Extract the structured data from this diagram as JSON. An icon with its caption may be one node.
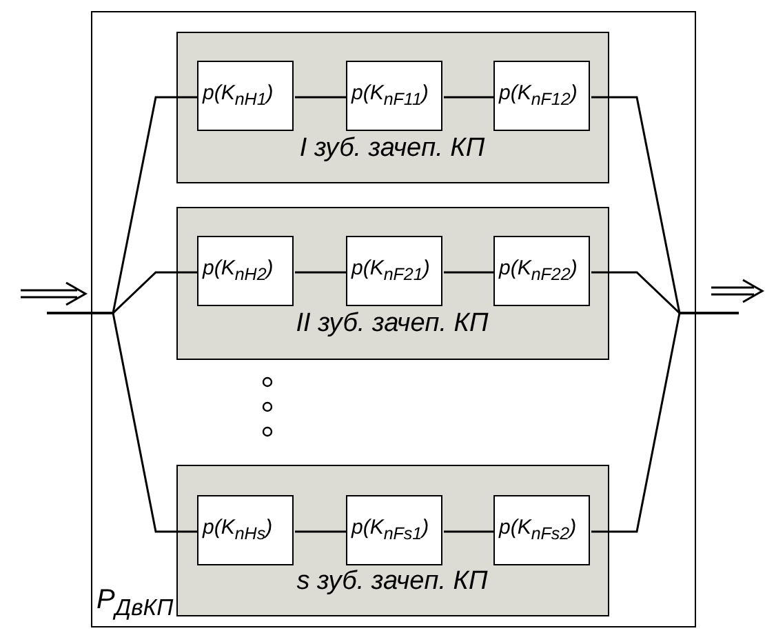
{
  "diagram": {
    "nodes": [
      {
        "text": [
          "P$_{ДвКП}$"
        ]
      },
      {
        "text": [
          "I зуб. зачеп. КП"
        ],
        "in": 0
      },
      {
        "text": [
          "p(K$_{nH1}$)"
        ],
        "in": 1
      },
      {
        "text": [
          "p(K$_{nF11}$)"
        ],
        "in": 1
      },
      {
        "text": [
          "p(K$_{nF12}$)"
        ],
        "in": 1
      },
      {
        "text": [
          "II зуб. зачеп. КП"
        ],
        "in": 0
      },
      {
        "text": [
          "p(K$_{nH2}$)"
        ],
        "in": 5
      },
      {
        "text": [
          "p(K$_{nF21}$)"
        ],
        "in": 5
      },
      {
        "text": [
          "p(K$_{nF22}$)"
        ],
        "in": 5
      },
      {
        "text": [
          "s зуб. зачеп. КП"
        ],
        "in": 0
      },
      {
        "text": [
          "p(K$_{nHs}$)"
        ],
        "in": 9
      },
      {
        "text": [
          "p(K$_{nFs1}$)"
        ],
        "in": 9
      },
      {
        "text": [
          "p(K$_{nFs2}$)"
        ],
        "in": 9
      }
    ],
    "edges": [
      {
        "from": null,
        "to": 2,
        "arrow": "none"
      },
      {
        "from": 2,
        "to": 3,
        "arrow": "none"
      },
      {
        "from": 3,
        "to": 4,
        "arrow": "none"
      },
      {
        "from": 4,
        "to": null,
        "arrow": "none"
      },
      {
        "from": null,
        "to": 6,
        "arrow": "none"
      },
      {
        "from": 6,
        "to": 7,
        "arrow": "none"
      },
      {
        "from": 7,
        "to": 8,
        "arrow": "none"
      },
      {
        "from": 8,
        "to": null,
        "arrow": "none"
      },
      {
        "from": null,
        "to": 10,
        "arrow": "none"
      },
      {
        "from": 10,
        "to": 11,
        "arrow": "none"
      },
      {
        "from": 11,
        "to": 12,
        "arrow": "none"
      },
      {
        "from": 12,
        "to": null,
        "arrow": "none"
      }
    ]
  }
}
